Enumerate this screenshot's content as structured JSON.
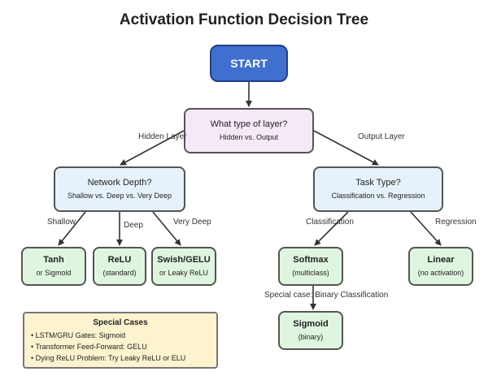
{
  "title": "Activation Function Decision Tree",
  "nodes": {
    "start": {
      "label": "START"
    },
    "layer_question": {
      "label": "What type of layer?",
      "detail": "Hidden vs. Output"
    },
    "network_depth": {
      "label": "Network Depth?",
      "detail": "Shallow vs. Deep vs. Very Deep"
    },
    "task_type": {
      "label": "Task Type?",
      "detail": "Classification vs. Regression"
    },
    "tanh": {
      "label": "Tanh",
      "detail": "or Sigmoid"
    },
    "relu": {
      "label": "ReLU",
      "detail": "(standard)"
    },
    "swish": {
      "label": "Swish/GELU",
      "detail": "or Leaky ReLU"
    },
    "softmax": {
      "label": "Softmax",
      "detail": "(multiclass)"
    },
    "linear": {
      "label": "Linear",
      "detail": "(no activation)"
    },
    "sigmoid": {
      "label": "Sigmoid",
      "detail": "(binary)"
    }
  },
  "edge_labels": {
    "hidden": "Hidden Layer",
    "output": "Output Layer",
    "shallow": "Shallow",
    "deep": "Deep",
    "very_deep": "Very Deep",
    "classification": "Classification",
    "regression": "Regression",
    "binary": "Special case: Binary Classification"
  },
  "special_cases": {
    "title": "Special Cases",
    "items": [
      "• LSTM/GRU Gates: Sigmoid",
      "• Transformer Feed-Forward: GELU",
      "• Dying ReLU Problem: Try Leaky ReLU or ELU"
    ]
  },
  "colors": {
    "start_fill": "#3f6fcf",
    "question_fill": "#f5e9f7",
    "decision_fill": "#e6f2fb",
    "result_fill": "#dff5df",
    "special_fill": "#fdf3cf",
    "edge": "#333333"
  }
}
